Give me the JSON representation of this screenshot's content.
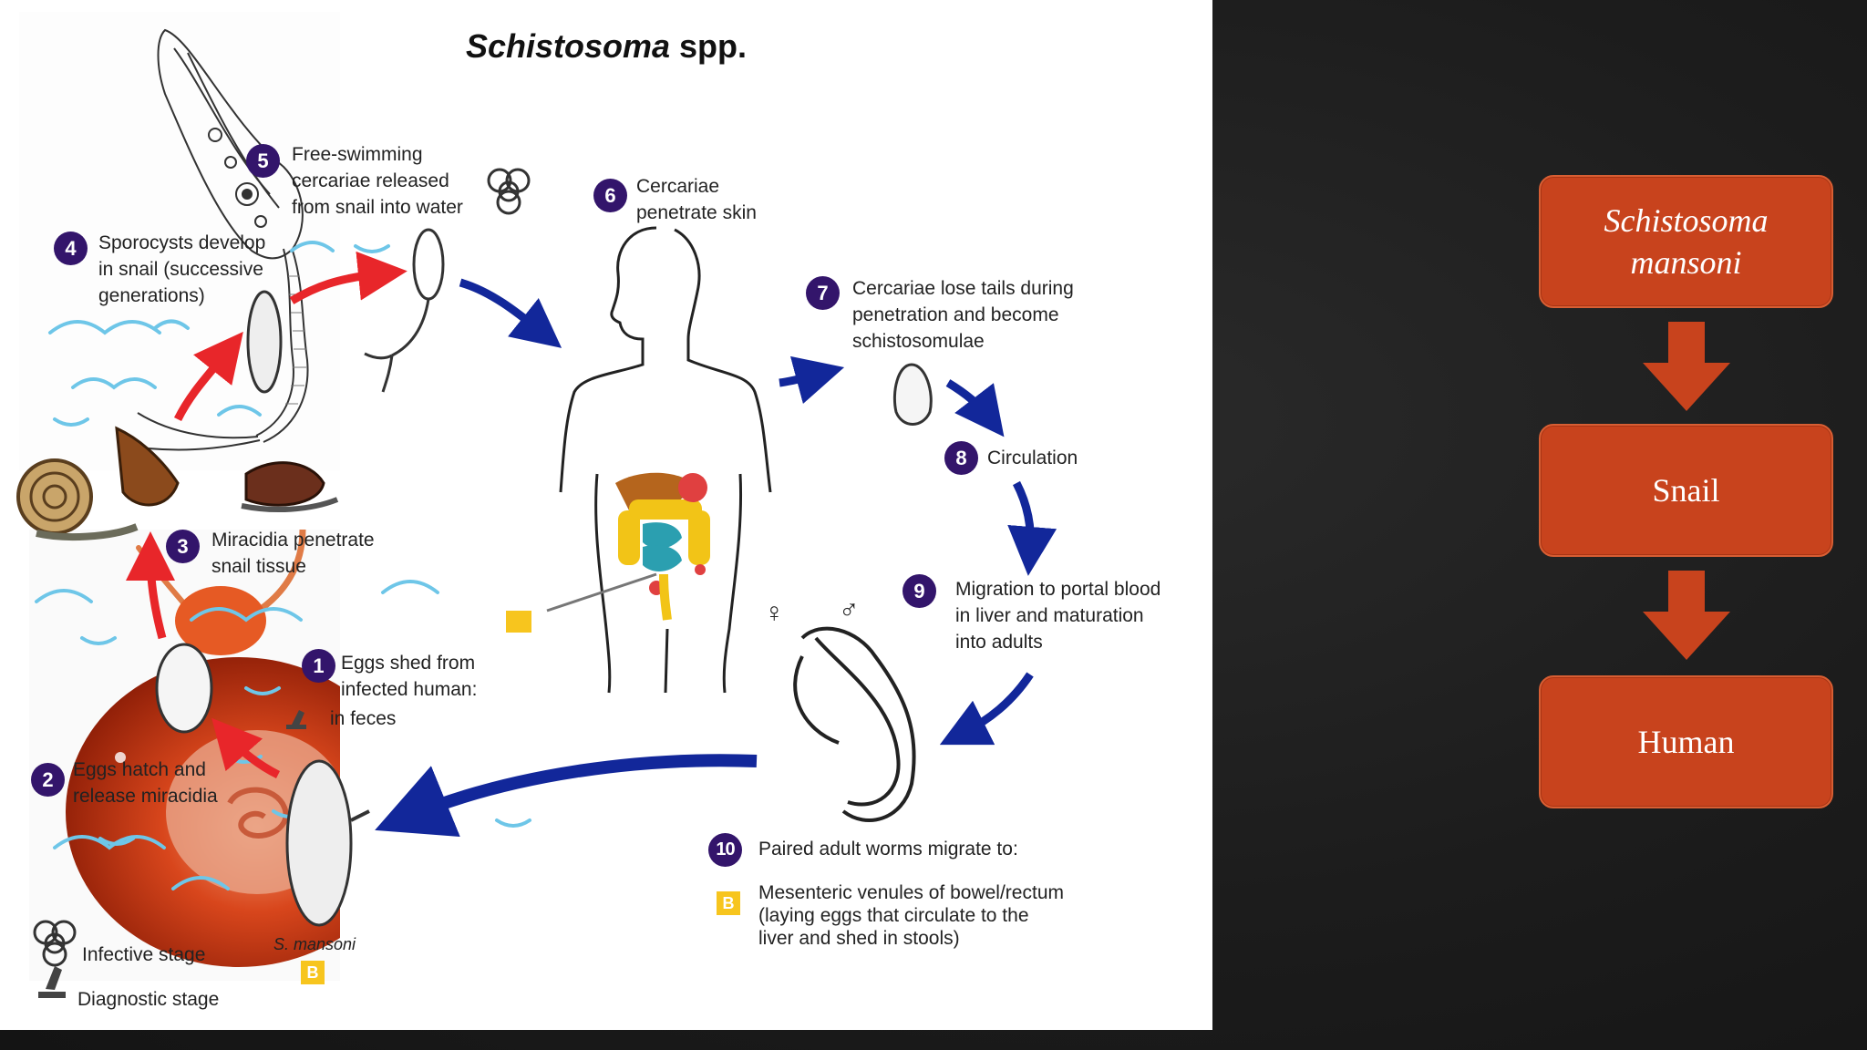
{
  "diagram": {
    "title_italic": "Schistosoma",
    "title_rest": " spp.",
    "steps": [
      {
        "num": "1",
        "text_a": "Eggs shed from",
        "text_b": "infected human:",
        "text_c": "in feces"
      },
      {
        "num": "2",
        "text_a": "Eggs hatch and",
        "text_b": "release miracidia"
      },
      {
        "num": "3",
        "text_a": "Miracidia penetrate",
        "text_b": "snail tissue"
      },
      {
        "num": "4",
        "text_a": "Sporocysts develop",
        "text_b": "in snail (successive",
        "text_c": "generations)"
      },
      {
        "num": "5",
        "text_a": "Free-swimming",
        "text_b": "cercariae released",
        "text_c": "from snail into water"
      },
      {
        "num": "6",
        "text_a": "Cercariae",
        "text_b": "penetrate skin"
      },
      {
        "num": "7",
        "text_a": "Cercariae lose tails during",
        "text_b": "penetration and become",
        "text_c": "schistosomulae"
      },
      {
        "num": "8",
        "text_a": "Circulation"
      },
      {
        "num": "9",
        "text_a": "Migration to portal blood",
        "text_b": "in liver and maturation",
        "text_c": "into adults"
      },
      {
        "num": "10",
        "text_a": "Paired adult worms migrate to:"
      }
    ],
    "site_b": {
      "badge": "B",
      "line1": "Mesenteric venules of bowel/rectum",
      "line2": "(laying eggs that circulate to the",
      "line3": "liver and shed in stools)"
    },
    "egg_label": "S. mansoni",
    "egg_badge": "B",
    "legend": {
      "infective": "Infective stage",
      "diagnostic": "Diagnostic stage"
    },
    "female_symbol": "♀",
    "male_symbol": "♂"
  },
  "flowchart": {
    "boxes": [
      {
        "label": "Schistosoma mansoni",
        "line1": "Schistosoma",
        "line2": "mansoni"
      },
      {
        "label": "Snail"
      },
      {
        "label": "Human"
      }
    ]
  },
  "colors": {
    "background": "#1c1c1c",
    "step_number": "#33156b",
    "red_arrow": "#e8262a",
    "blue_arrow": "#12279a",
    "water": "#6ec6e8",
    "flow_box": "#c8431d",
    "badge": "#f7c51e"
  },
  "icons": [
    "cercaria-drawing",
    "snail-photo",
    "biohazard-icon",
    "microscope-icon",
    "human-silhouette"
  ]
}
